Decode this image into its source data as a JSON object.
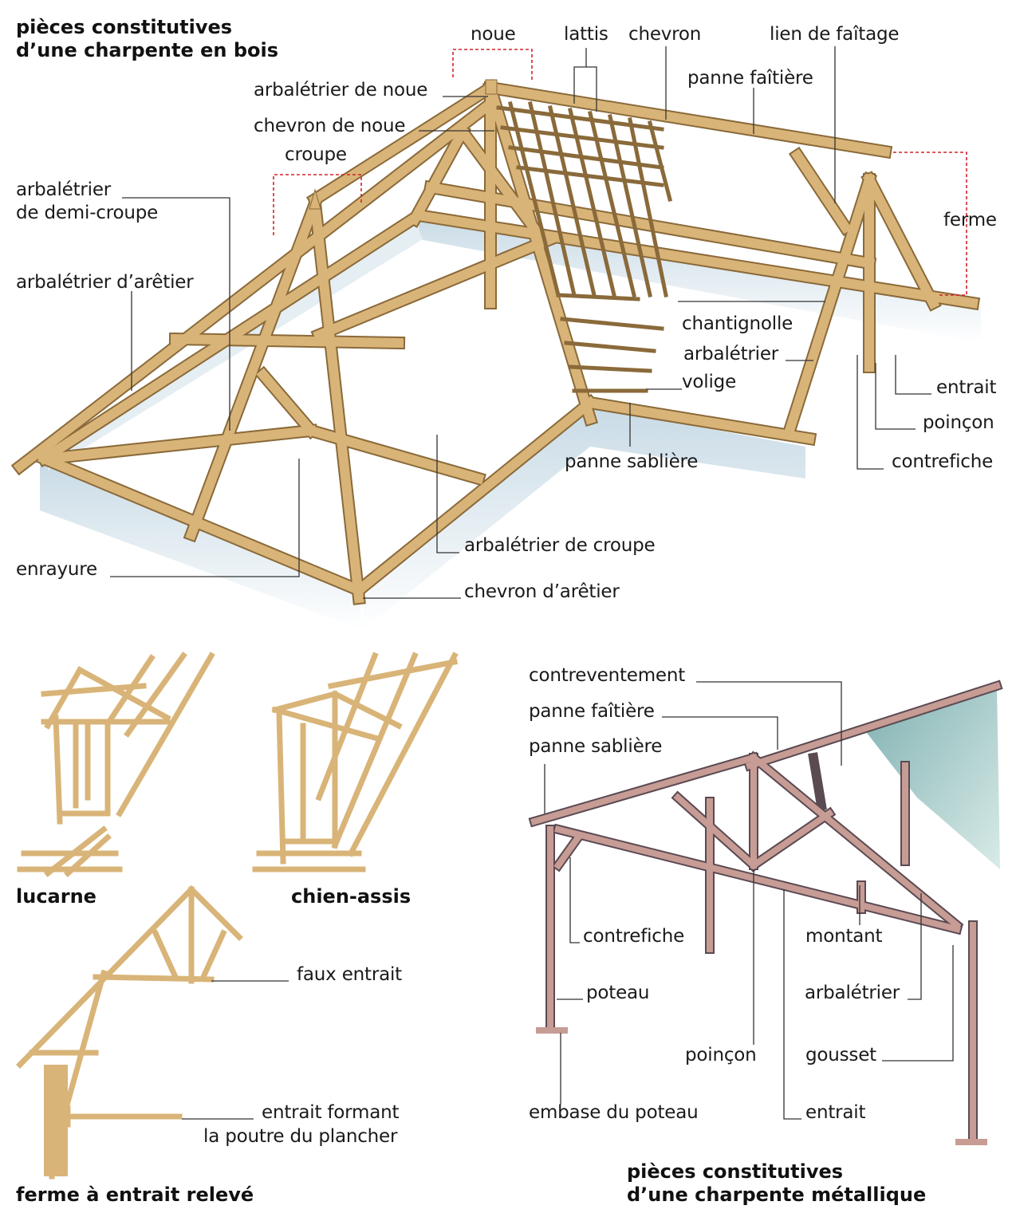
{
  "wood_frame": {
    "title_line1": "pièces constitutives",
    "title_line2": "d’une charpente en bois",
    "labels": {
      "noue": "noue",
      "lattis": "lattis",
      "chevron": "chevron",
      "lien_de_faitage": "lien de faîtage",
      "arbaletrier_de_noue": "arbalétrier de noue",
      "panne_faitiere": "panne faîtière",
      "chevron_de_noue": "chevron de noue",
      "croupe": "croupe",
      "arbaletrier_demi_croupe_1": "arbalétrier",
      "arbaletrier_demi_croupe_2": "de demi-croupe",
      "ferme": "ferme",
      "arbaletrier_d_aretier": "arbalétrier d’arêtier",
      "chantignolle": "chantignolle",
      "arbaletrier": "arbalétrier",
      "volige": "volige",
      "entrait": "entrait",
      "poincon": "poinçon",
      "panne_sabliere": "panne sablière",
      "contrefiche": "contrefiche",
      "arbaletrier_de_croupe": "arbalétrier de croupe",
      "enrayure": "enrayure",
      "chevron_d_aretier": "chevron d’arêtier"
    }
  },
  "small_figures": {
    "lucarne": "lucarne",
    "chien_assis": "chien-assis",
    "ferme_entrait_releve": "ferme à entrait relevé",
    "faux_entrait": "faux entrait",
    "entrait_plancher_1": "entrait formant",
    "entrait_plancher_2": "la poutre du plancher"
  },
  "metal_frame": {
    "title_line1": "pièces constitutives",
    "title_line2": "d’une charpente métallique",
    "labels": {
      "contreventement": "contreventement",
      "panne_faitiere": "panne faîtière",
      "panne_sabliere": "panne sablière",
      "contrefiche": "contrefiche",
      "montant": "montant",
      "poteau": "poteau",
      "arbaletrier": "arbalétrier",
      "poincon": "poinçon",
      "gousset": "gousset",
      "embase_du_poteau": "embase du poteau",
      "entrait": "entrait"
    }
  }
}
